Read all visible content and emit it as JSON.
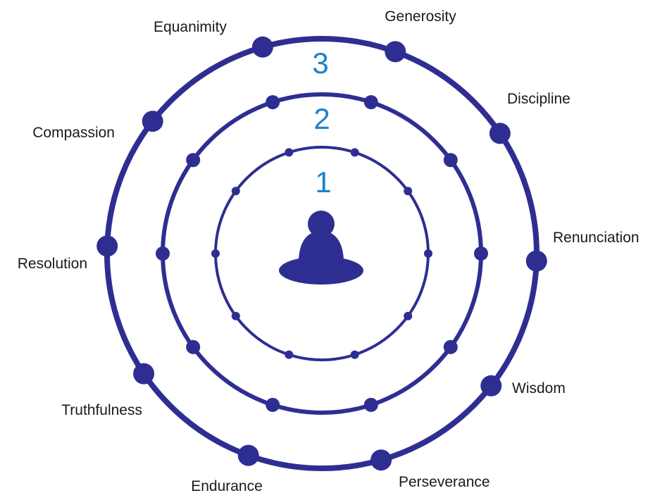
{
  "colors": {
    "ring": "#2e2e92",
    "number": "#1b84c9",
    "label": "#1a1a1a"
  },
  "center_icon": "meditating-figure-icon",
  "rings": [
    {
      "number": "1"
    },
    {
      "number": "2"
    },
    {
      "number": "3"
    }
  ],
  "virtues": [
    "Generosity",
    "Discipline",
    "Renunciation",
    "Wisdom",
    "Perseverance",
    "Endurance",
    "Truthfulness",
    "Resolution",
    "Compassion",
    "Equanimity"
  ]
}
